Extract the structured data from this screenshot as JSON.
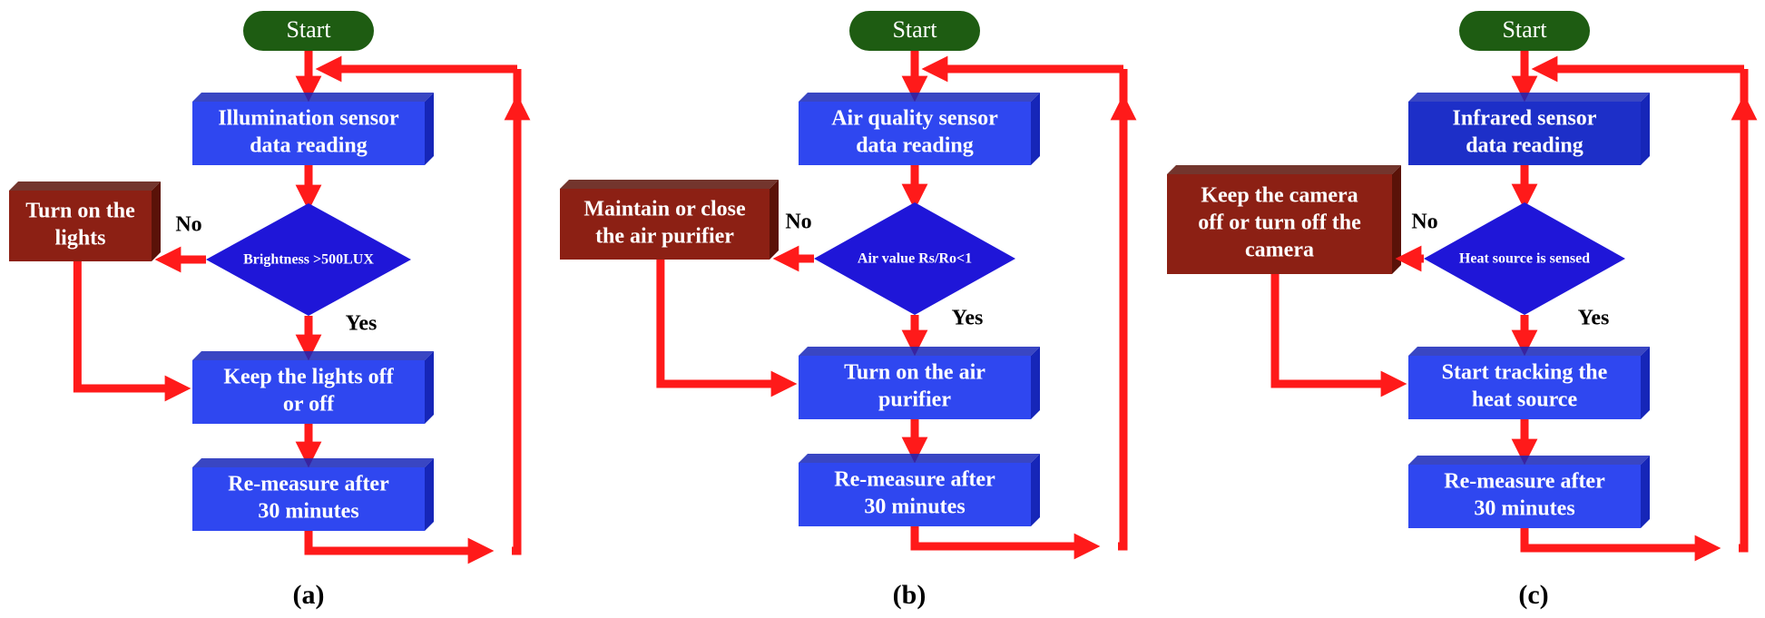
{
  "panels": [
    {
      "start": "Start",
      "sensor": [
        "Illumination sensor",
        "data reading"
      ],
      "decision": "Brightness >500LUX",
      "no_label": "No",
      "yes_label": "Yes",
      "no_action": [
        "Turn on the",
        "lights"
      ],
      "yes_action": [
        "Keep the lights off",
        "or off"
      ],
      "remeasure": [
        "Re-measure after",
        "30 minutes"
      ],
      "caption": "(a)"
    },
    {
      "start": "Start",
      "sensor": [
        "Air quality sensor",
        "data reading"
      ],
      "decision": "Air value Rs/Ro<1",
      "no_label": "No",
      "yes_label": "Yes",
      "no_action": [
        "Maintain or close",
        "the air purifier"
      ],
      "yes_action": [
        "Turn on the air",
        "purifier"
      ],
      "remeasure": [
        "Re-measure after",
        "30 minutes"
      ],
      "caption": "(b)"
    },
    {
      "start": "Start",
      "sensor": [
        "Infrared sensor",
        "data reading"
      ],
      "decision": "Heat source is sensed",
      "no_label": "No",
      "yes_label": "Yes",
      "no_action": [
        "Keep the camera",
        "off or turn off the",
        "camera"
      ],
      "yes_action": [
        "Start tracking the",
        "heat source"
      ],
      "remeasure": [
        "Re-measure after",
        "30 minutes"
      ],
      "caption": "(c)"
    }
  ],
  "colors": {
    "start_fill": "#1e5c12",
    "process_fill": "#2f47f0",
    "process_side": "#1626b8",
    "sensor_fill_c": "#1d2fc8",
    "decision_fill": "#1f16d8",
    "no_action_fill": "#8c2014",
    "no_action_side": "#5a1208",
    "arrow": "#ff1a1a",
    "arrow_edge": "#b00000"
  }
}
